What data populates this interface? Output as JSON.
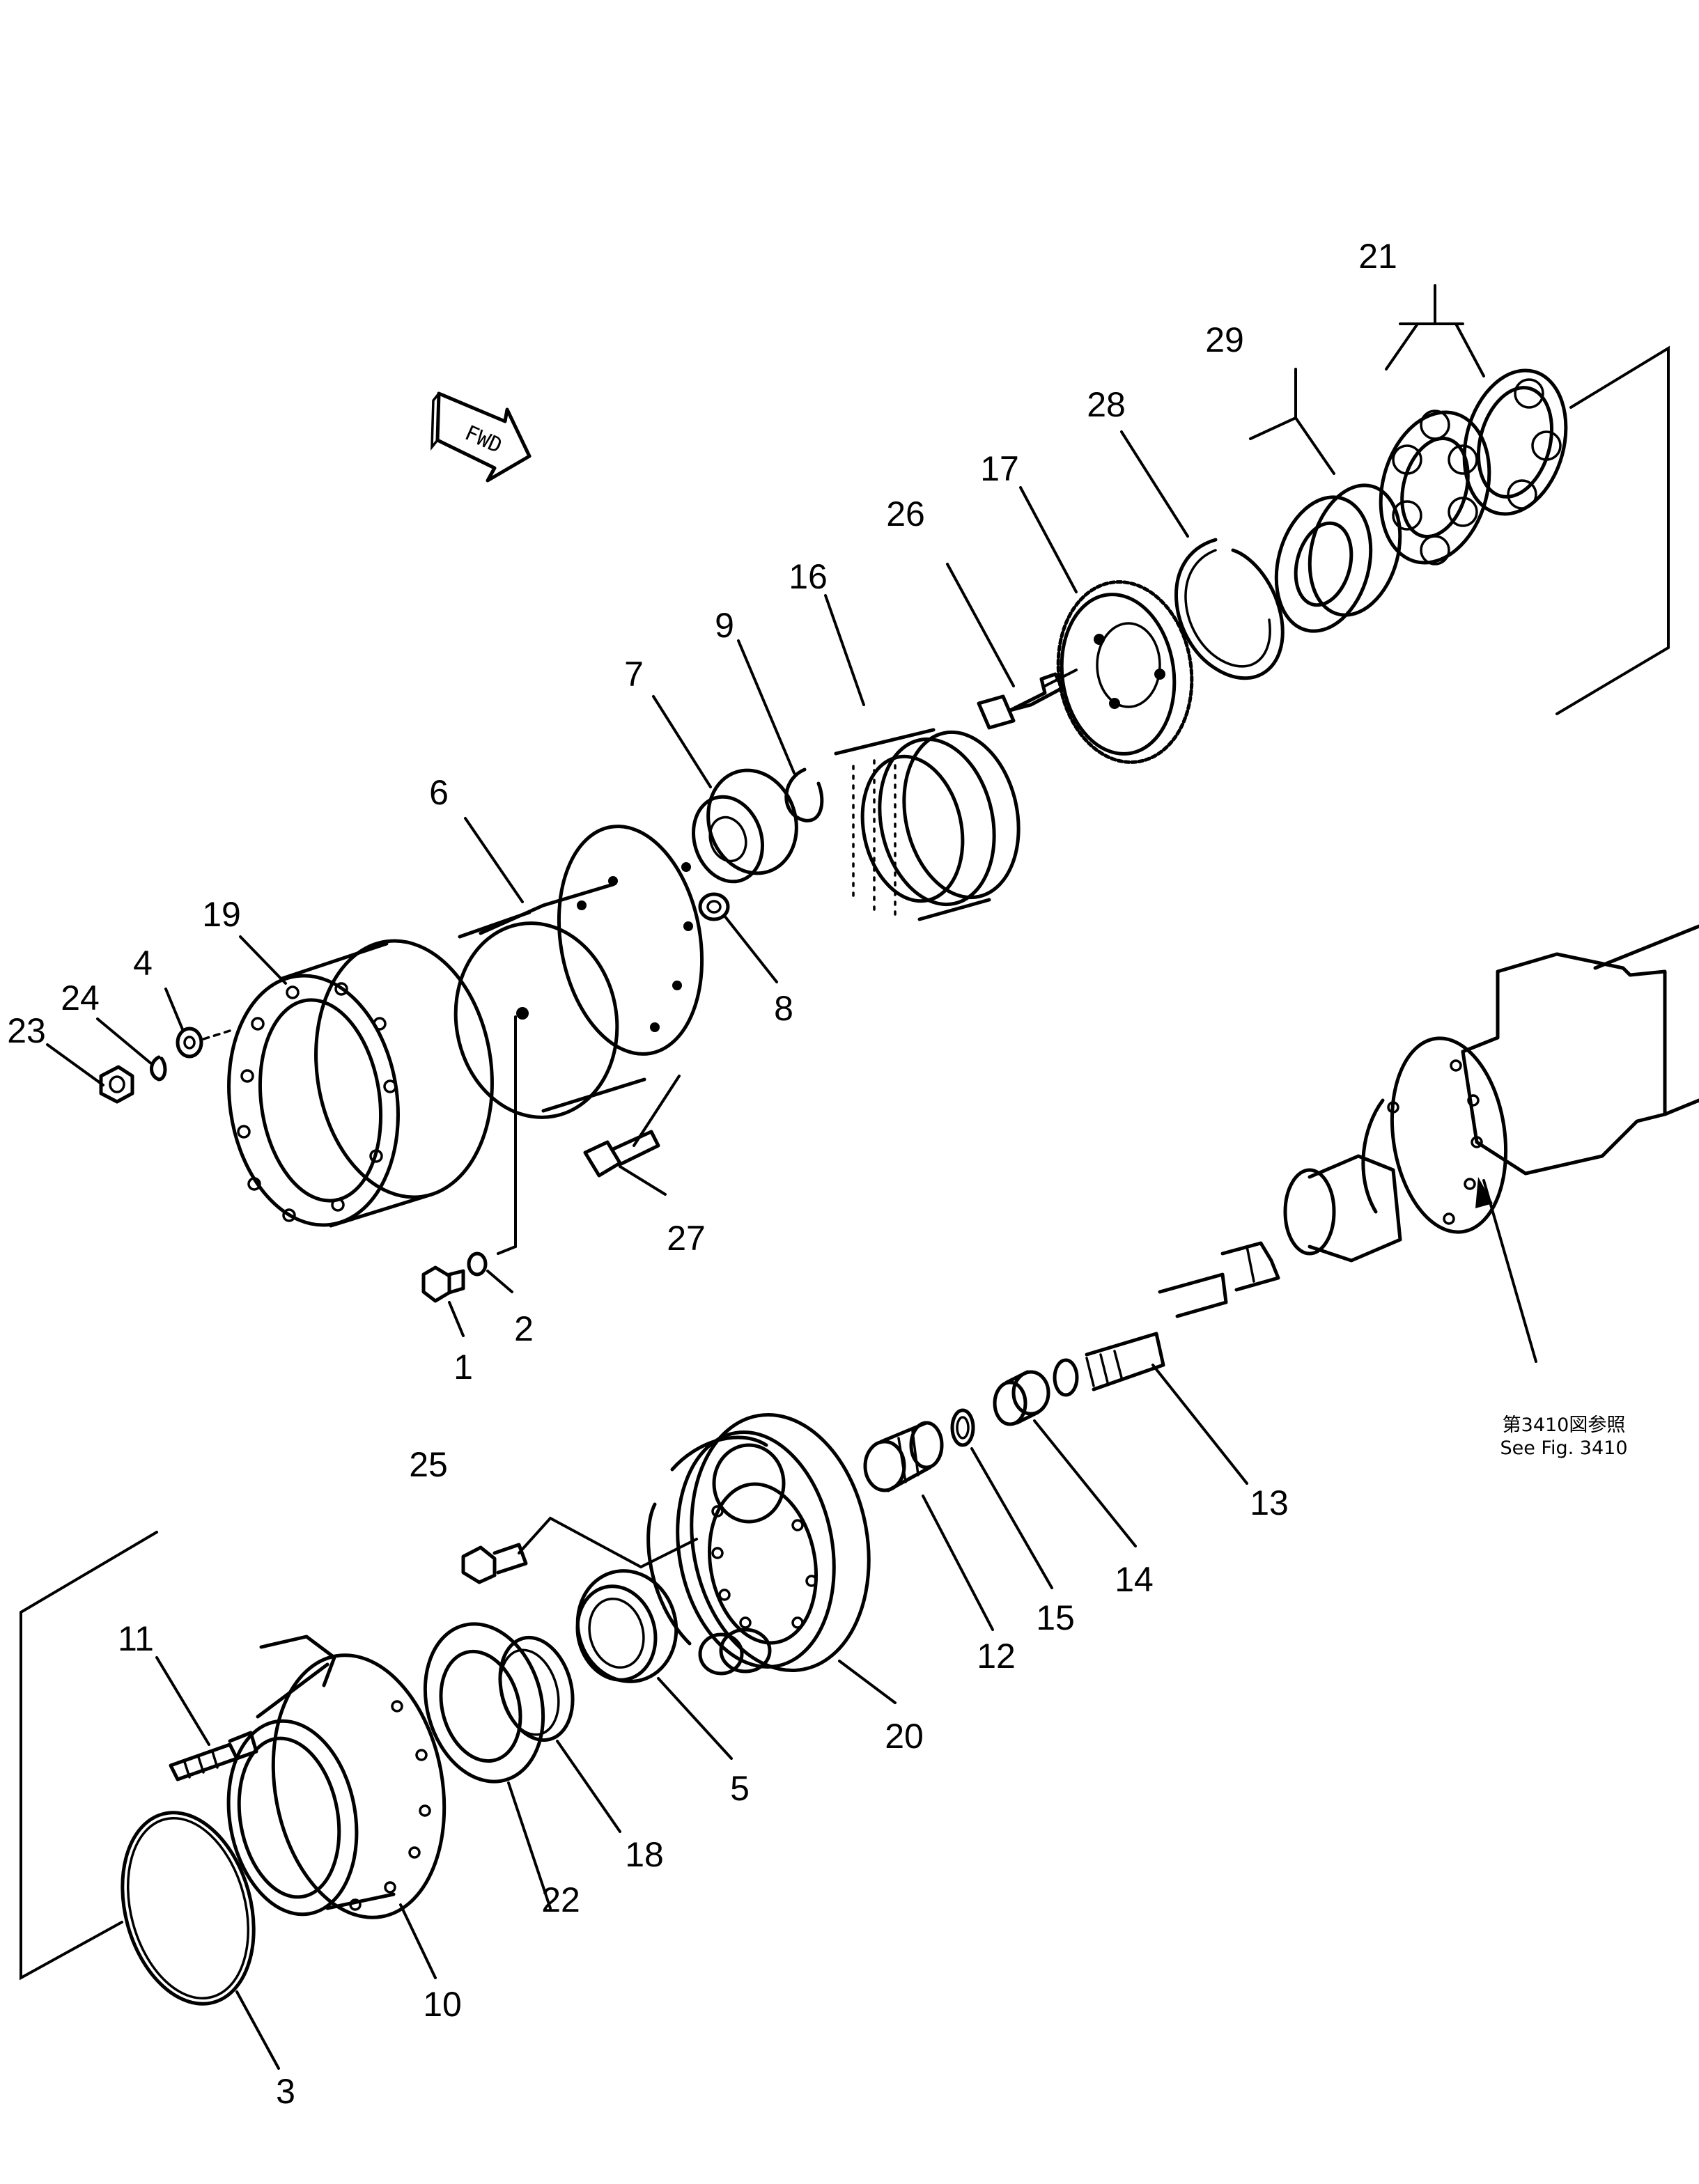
{
  "direction_marker": {
    "label": "FWD"
  },
  "callouts": [
    "1",
    "2",
    "3",
    "4",
    "5",
    "6",
    "7",
    "8",
    "9",
    "10",
    "11",
    "12",
    "13",
    "14",
    "15",
    "16",
    "17",
    "18",
    "19",
    "20",
    "21",
    "22",
    "23",
    "24",
    "25",
    "26",
    "27",
    "28",
    "29"
  ],
  "reference": {
    "japanese": "第3410図参照",
    "english": "See Fig. 3410"
  }
}
